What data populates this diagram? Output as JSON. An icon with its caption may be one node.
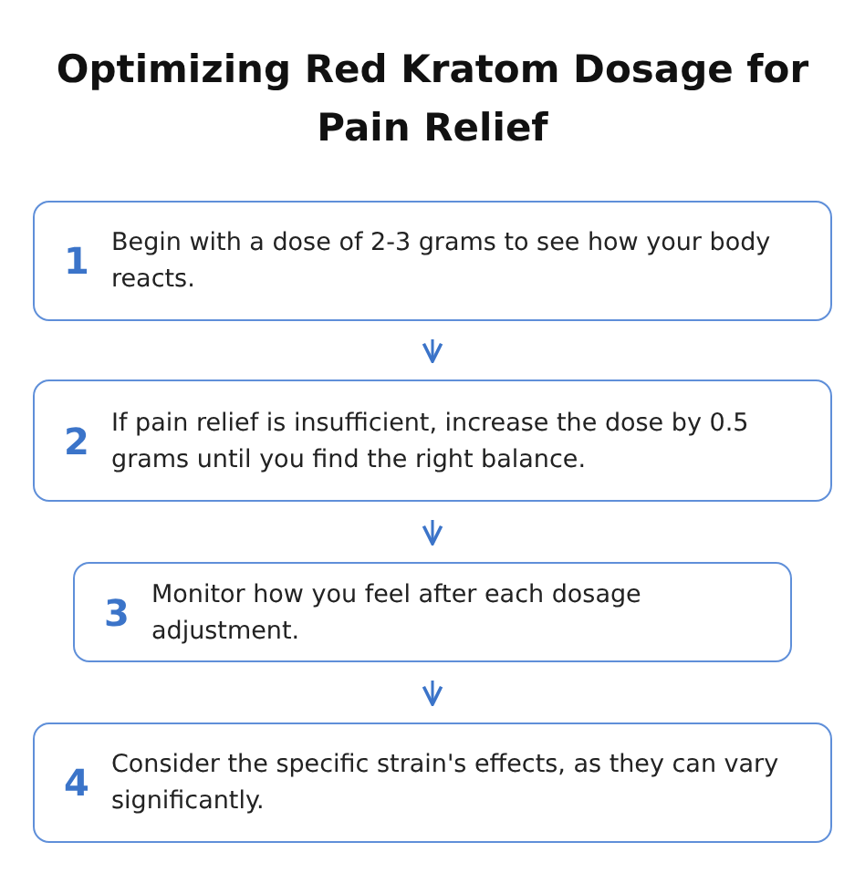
{
  "diagram": {
    "title": "Optimizing Red Kratom Dosage for Pain Relief",
    "nodes": [
      {
        "text": [
          "1",
          "Begin with a dose of 2-3 grams to see how your body reacts."
        ]
      },
      {
        "text": [
          "2",
          "If pain relief is insufficient, increase the dose by 0.5 grams until you find the right balance."
        ]
      },
      {
        "text": [
          "3",
          "Monitor how you feel after each dosage adjustment."
        ]
      },
      {
        "text": [
          "4",
          "Consider the specific strain's effects, as they can vary significantly."
        ]
      }
    ],
    "edges": [
      {
        "from": 0,
        "to": 1,
        "arrow": "to"
      },
      {
        "from": 1,
        "to": 2,
        "arrow": "to"
      },
      {
        "from": 2,
        "to": 3,
        "arrow": "to"
      }
    ]
  }
}
